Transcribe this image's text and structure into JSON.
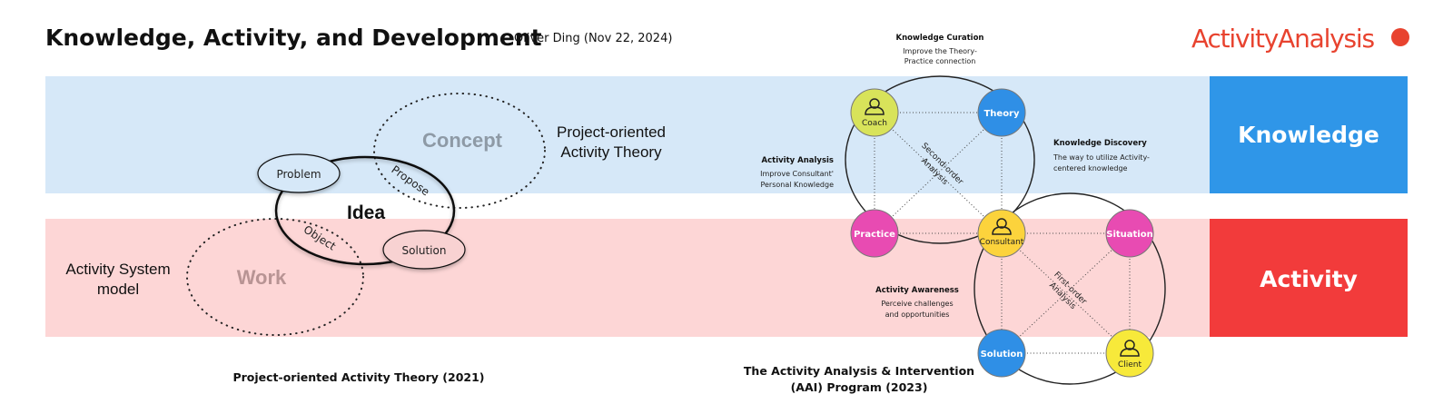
{
  "header": {
    "title": "Knowledge, Activity, and Development",
    "author": "Oliver Ding (Nov 22, 2024)",
    "brand": "ActivityAnalysis"
  },
  "bands": {
    "knowledge": {
      "label": "Knowledge",
      "color": "#2f96e8",
      "band_color": "#d6e8f8"
    },
    "activity": {
      "label": "Activity",
      "color": "#f23b3b",
      "band_color": "#fdd6d6"
    }
  },
  "left_model": {
    "concept": "Concept",
    "work": "Work",
    "idea": "Idea",
    "problem": "Problem",
    "solution": "Solution",
    "propose": "Propose",
    "object": "Object",
    "poat_label_line1": "Project-oriented",
    "poat_label_line2": "Activity Theory",
    "as_label_line1": "Activity System",
    "as_label_line2": "model",
    "caption": "Project-oriented Activity Theory (2021)"
  },
  "aai": {
    "nodes": {
      "coach": "Coach",
      "theory": "Theory",
      "practice": "Practice",
      "consultant": "Consultant",
      "situation": "Situation",
      "solution": "Solution",
      "client": "Client"
    },
    "second_order_line1": "Second-order",
    "second_order_line2": "Analysis",
    "first_order_line1": "First-order",
    "first_order_line2": "Analysis",
    "knowledge_curation": {
      "title": "Knowledge Curation",
      "line1": "Improve the Theory-",
      "line2": "Practice connection"
    },
    "knowledge_discovery": {
      "title": "Knowledge Discovery",
      "line1": "The way to utilize Activity-",
      "line2": "centered knowledge"
    },
    "activity_analysis": {
      "title": "Activity Analysis",
      "line1": "Improve Consultant'",
      "line2": "Personal Knowledge"
    },
    "activity_awareness": {
      "title": "Activity Awareness",
      "line1": "Perceive challenges",
      "line2": "and opportunities"
    },
    "caption_line1": "The Activity Analysis & Intervention",
    "caption_line2": "(AAI) Program (2023)"
  },
  "colors": {
    "yellow_green": "#d8e35a",
    "blue": "#2f8fe6",
    "magenta": "#e84bb2",
    "yellow": "#fcd33c",
    "brand_red": "#e8432f"
  }
}
